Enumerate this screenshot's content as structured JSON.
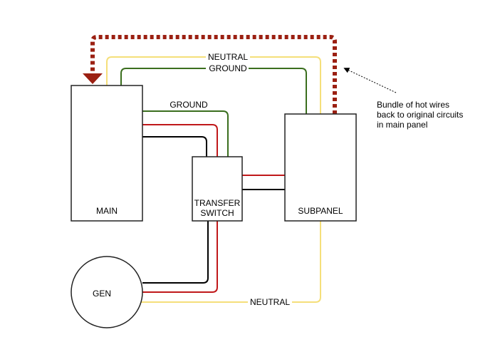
{
  "labels": {
    "main": "MAIN",
    "transfer_line1": "TRANSFER",
    "transfer_line2": "SWITCH",
    "subpanel": "SUBPANEL",
    "gen": "GEN",
    "neutral_top": "NEUTRAL",
    "ground_top": "GROUND",
    "ground_mid": "GROUND",
    "neutral_bottom": "NEUTRAL",
    "annotation_line1": "Bundle of hot wires",
    "annotation_line2": "back to original circuits",
    "annotation_line3": "in main panel"
  },
  "colors": {
    "neutral": "#f5df7a",
    "ground": "#3a6e1e",
    "hot_red": "#c0181a",
    "hot_black": "#000000",
    "bundle": "#9b2012",
    "outline": "#222222"
  }
}
